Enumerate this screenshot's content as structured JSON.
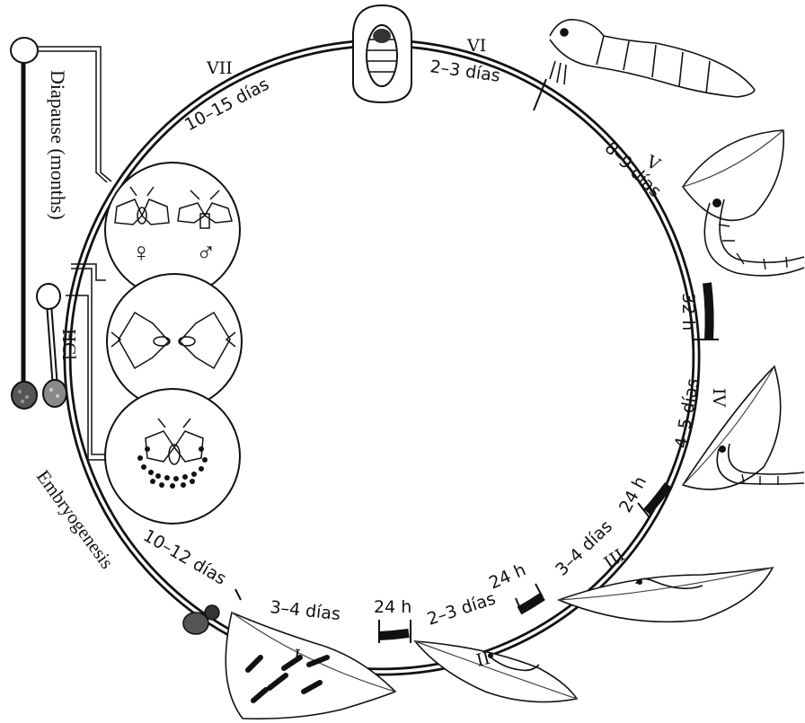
{
  "stages": [
    {
      "id": "VII",
      "duration": "10–15 días"
    },
    {
      "id": "VI",
      "duration": "2–3 días"
    },
    {
      "id": "V",
      "duration": "8–9 días"
    },
    {
      "id": "IV",
      "duration": "4–5 días"
    },
    {
      "id": "III",
      "duration": "3–4 días"
    },
    {
      "id": "II",
      "duration": "2–3 días"
    },
    {
      "id": "I",
      "duration": "3–4 días"
    }
  ],
  "molts": [
    "32 h",
    "24 h",
    "24 h",
    "24 h"
  ],
  "egg_period": "10–12 días",
  "side_labels": {
    "diapause": "Diapause (months)",
    "hcl": "HCl",
    "embryogenesis": "Embryogenesis"
  },
  "sex_symbols": {
    "female": "♀",
    "male": "♂"
  },
  "colors": {
    "ink": "#111111",
    "paper": "#ffffff",
    "leaf_vein": "#444444"
  }
}
